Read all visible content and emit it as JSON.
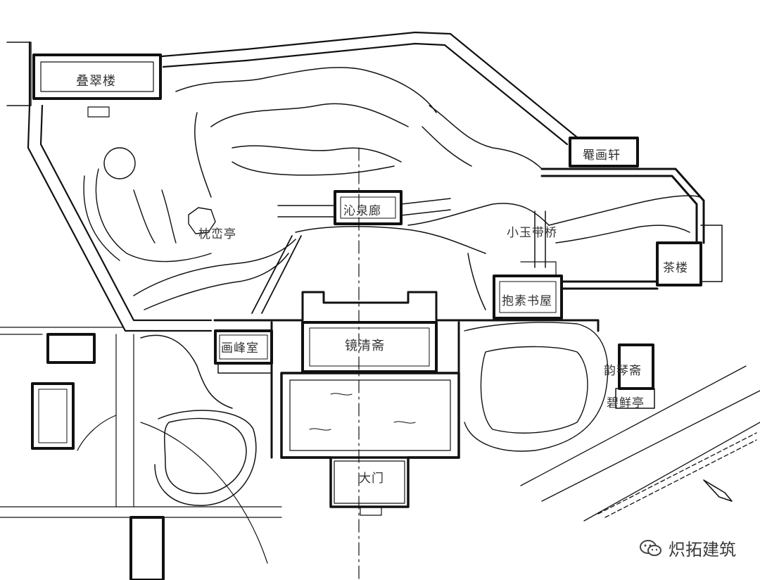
{
  "labels": {
    "diecui_lou": "叠翠楼",
    "zhenluan_ting": "枕峦亭",
    "qinquan_lang": "沁泉廊",
    "xiaoyudai_qiao": "小玉带桥",
    "tanhua_xuan": "罨画轩",
    "cha_lou": "茶楼",
    "baosu_shuwu": "抱素书屋",
    "huafeng_shi": "画峰室",
    "jingqing_zhai": "镜清斋",
    "yunqin_zhai": "韵琴斋",
    "bixian_ting": "碧鲜亭",
    "da_men": "大门"
  },
  "watermark": {
    "text": "炽拓建筑",
    "icon": "wechat-logo-icon"
  }
}
